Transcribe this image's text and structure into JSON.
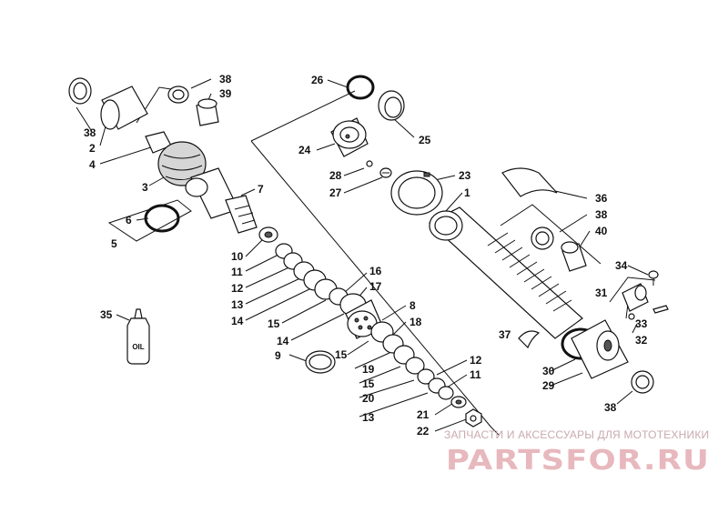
{
  "callouts": [
    {
      "id": "c38a",
      "text": "38"
    },
    {
      "id": "c39",
      "text": "39"
    },
    {
      "id": "c38b",
      "text": "38"
    },
    {
      "id": "c2",
      "text": "2"
    },
    {
      "id": "c4",
      "text": "4"
    },
    {
      "id": "c3",
      "text": "3"
    },
    {
      "id": "c7",
      "text": "7"
    },
    {
      "id": "c6",
      "text": "6"
    },
    {
      "id": "c5",
      "text": "5"
    },
    {
      "id": "c10",
      "text": "10"
    },
    {
      "id": "c11a",
      "text": "11"
    },
    {
      "id": "c12a",
      "text": "12"
    },
    {
      "id": "c13a",
      "text": "13"
    },
    {
      "id": "c14a",
      "text": "14"
    },
    {
      "id": "c15a",
      "text": "15"
    },
    {
      "id": "c14b",
      "text": "14"
    },
    {
      "id": "c9",
      "text": "9"
    },
    {
      "id": "c16",
      "text": "16"
    },
    {
      "id": "c17",
      "text": "17"
    },
    {
      "id": "c8",
      "text": "8"
    },
    {
      "id": "c18",
      "text": "18"
    },
    {
      "id": "c15b",
      "text": "15"
    },
    {
      "id": "c19",
      "text": "19"
    },
    {
      "id": "c15c",
      "text": "15"
    },
    {
      "id": "c20",
      "text": "20"
    },
    {
      "id": "c13b",
      "text": "13"
    },
    {
      "id": "c12b",
      "text": "12"
    },
    {
      "id": "c11b",
      "text": "11"
    },
    {
      "id": "c21",
      "text": "21"
    },
    {
      "id": "c22",
      "text": "22"
    },
    {
      "id": "c26",
      "text": "26"
    },
    {
      "id": "c24",
      "text": "24"
    },
    {
      "id": "c25",
      "text": "25"
    },
    {
      "id": "c28",
      "text": "28"
    },
    {
      "id": "c27",
      "text": "27"
    },
    {
      "id": "c23",
      "text": "23"
    },
    {
      "id": "c1",
      "text": "1"
    },
    {
      "id": "c36",
      "text": "36"
    },
    {
      "id": "c38c",
      "text": "38"
    },
    {
      "id": "c40",
      "text": "40"
    },
    {
      "id": "c34",
      "text": "34"
    },
    {
      "id": "c31",
      "text": "31"
    },
    {
      "id": "c33",
      "text": "33"
    },
    {
      "id": "c32",
      "text": "32"
    },
    {
      "id": "c37",
      "text": "37"
    },
    {
      "id": "c30",
      "text": "30"
    },
    {
      "id": "c29",
      "text": "29"
    },
    {
      "id": "c38d",
      "text": "38"
    },
    {
      "id": "c35",
      "text": "35"
    }
  ],
  "oil_bottle_label": "OIL",
  "watermark": {
    "tagline": "ЗАПЧАСТИ И АКСЕССУАРЫ ДЛЯ МОТОТЕХНИКИ",
    "brand": "PARTSFOR.RU"
  }
}
